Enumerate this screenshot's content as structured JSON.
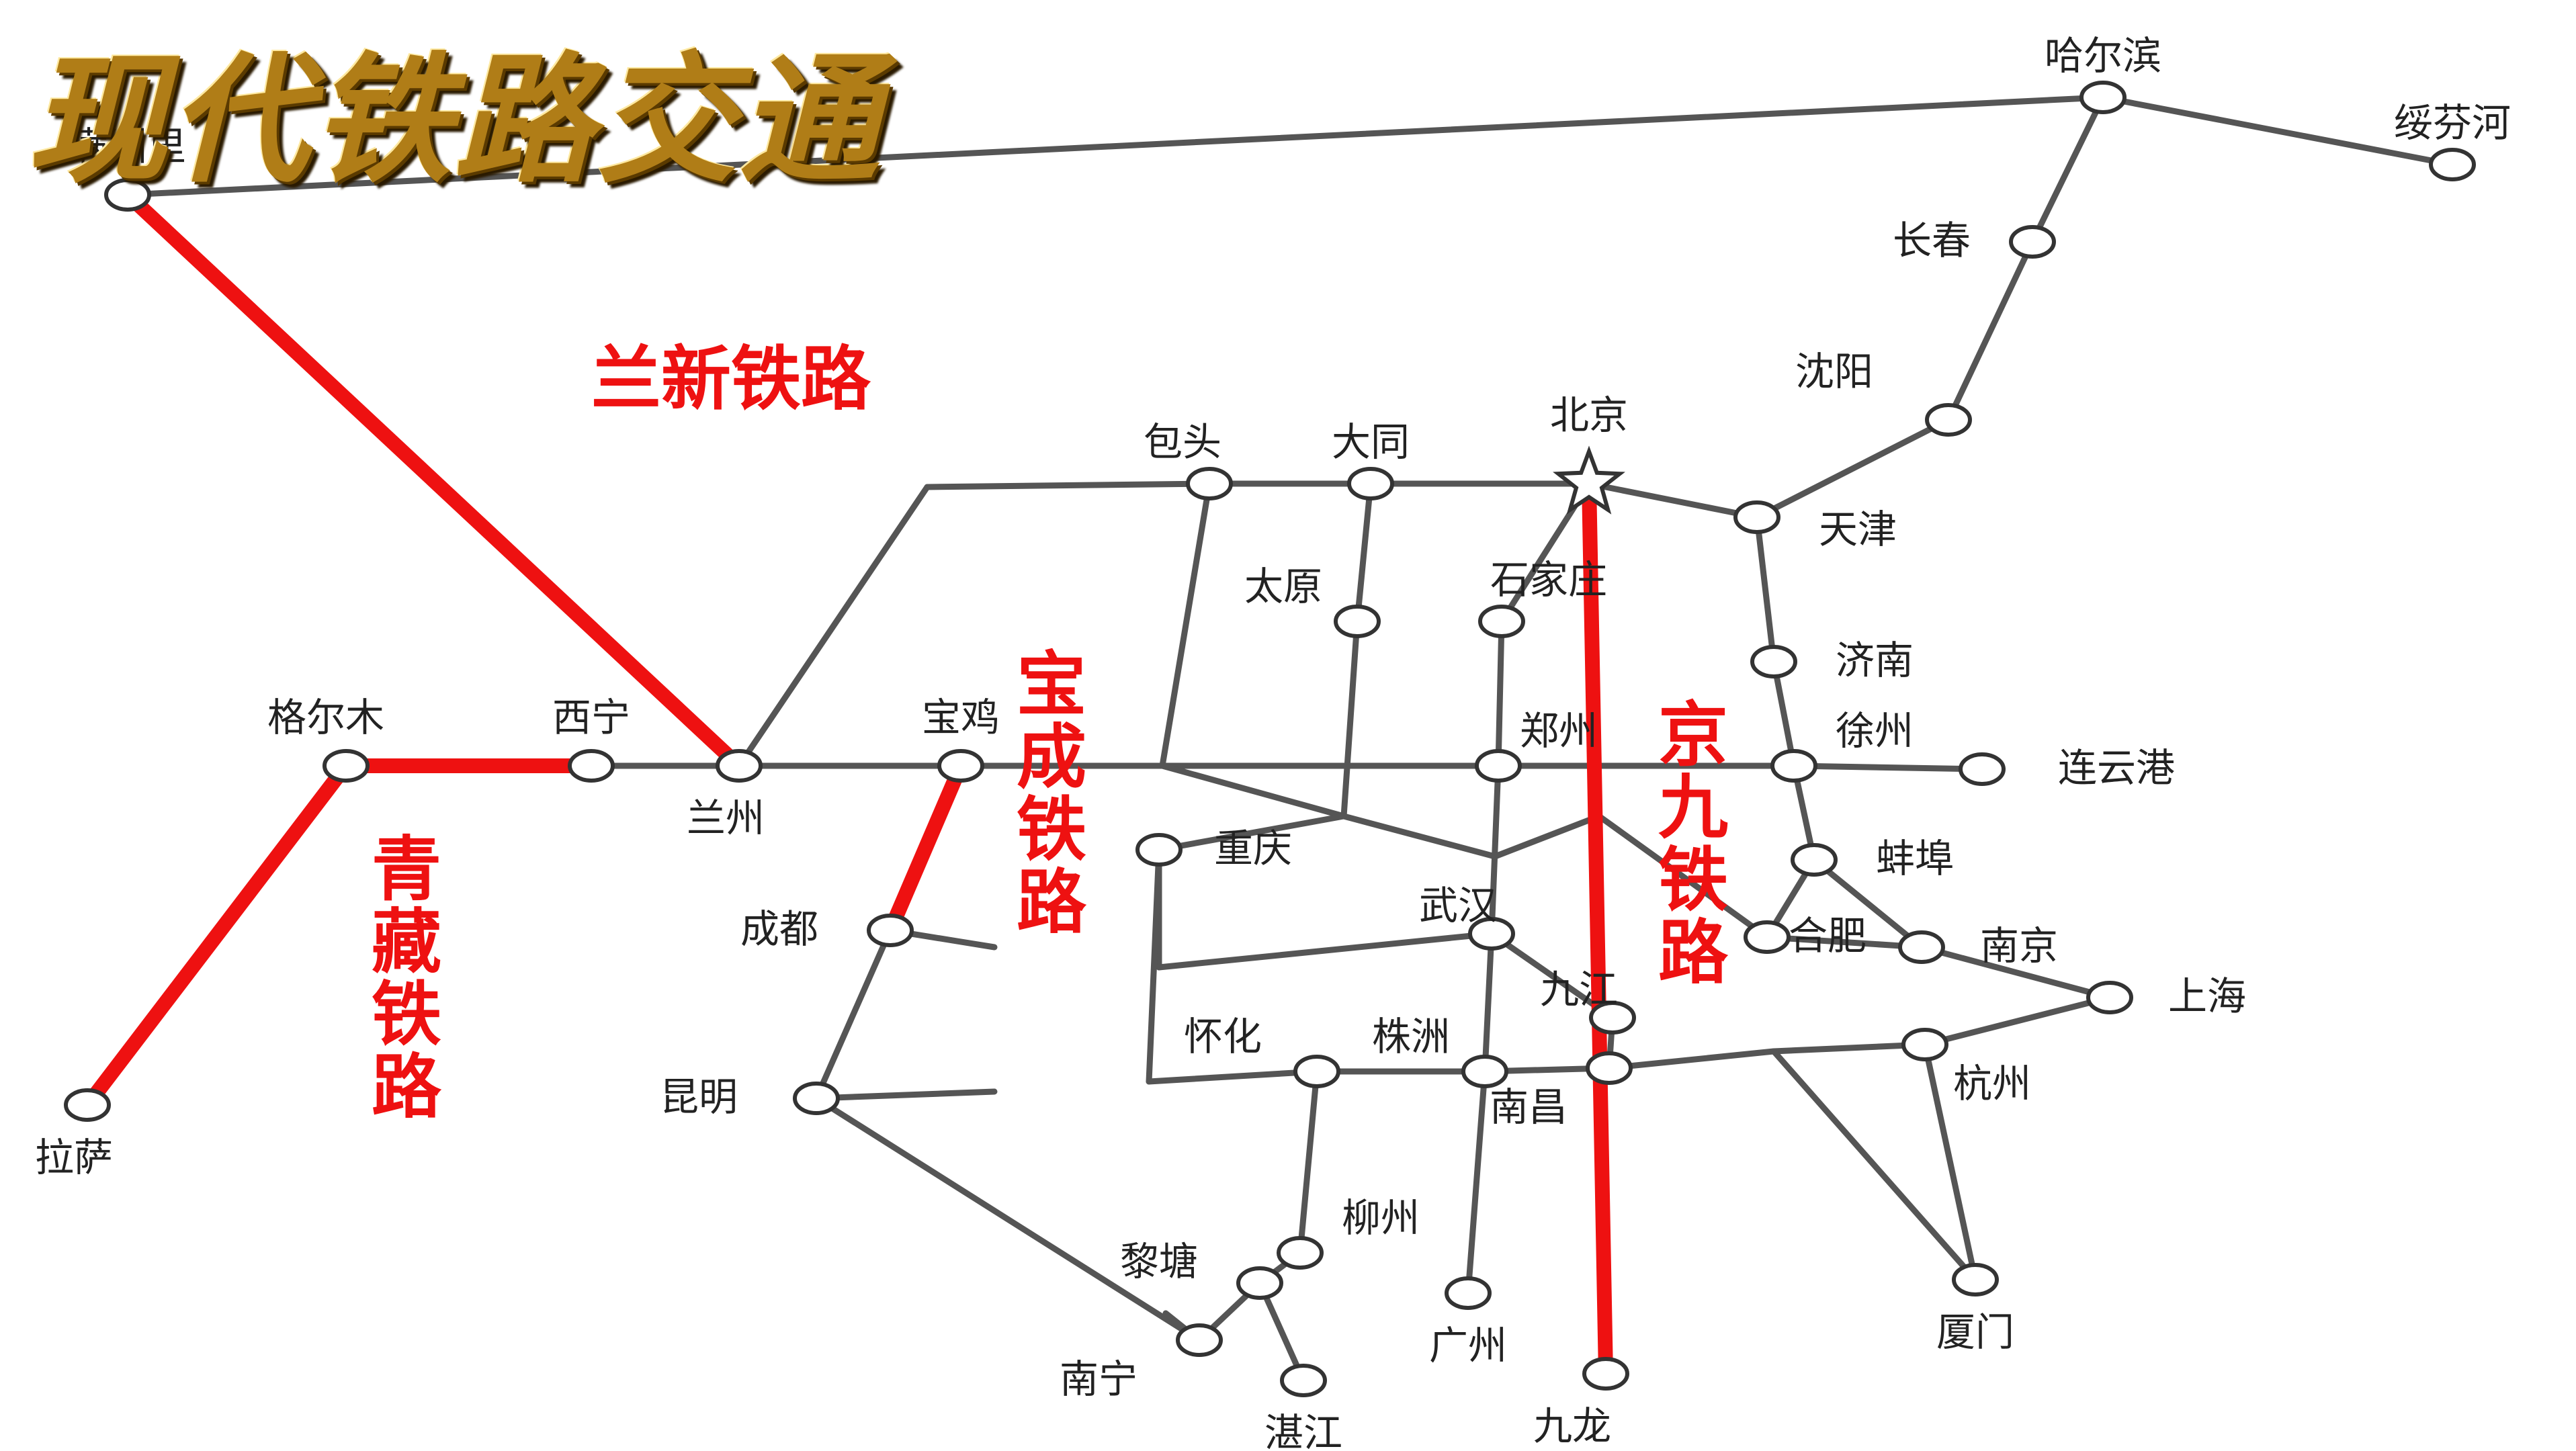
{
  "title": "现代铁路交通",
  "colors": {
    "network_line": "#555555",
    "highlight_line": "#ee1111",
    "highlight_label": "#ee1111",
    "station_fill": "#ffffff",
    "station_stroke": "#333333",
    "station_label": "#222222",
    "title_text": "#b07d17"
  },
  "stations": [
    {
      "name": "满洲里"
    },
    {
      "name": "哈尔滨"
    },
    {
      "name": "绥芬河"
    },
    {
      "name": "长春"
    },
    {
      "name": "沈阳"
    },
    {
      "name": "北京"
    },
    {
      "name": "天津"
    },
    {
      "name": "包头"
    },
    {
      "name": "大同"
    },
    {
      "name": "太原"
    },
    {
      "name": "石家庄"
    },
    {
      "name": "济南"
    },
    {
      "name": "徐州"
    },
    {
      "name": "连云港"
    },
    {
      "name": "郑州"
    },
    {
      "name": "蚌埠"
    },
    {
      "name": "南京"
    },
    {
      "name": "上海"
    },
    {
      "name": "合肥"
    },
    {
      "name": "杭州"
    },
    {
      "name": "武汉"
    },
    {
      "name": "九江"
    },
    {
      "name": "南昌"
    },
    {
      "name": "株洲"
    },
    {
      "name": "怀化"
    },
    {
      "name": "重庆"
    },
    {
      "name": "成都"
    },
    {
      "name": "昆明"
    },
    {
      "name": "柳州"
    },
    {
      "name": "黎塘"
    },
    {
      "name": "南宁"
    },
    {
      "name": "湛江"
    },
    {
      "name": "广州"
    },
    {
      "name": "九龙"
    },
    {
      "name": "厦门"
    },
    {
      "name": "格尔木"
    },
    {
      "name": "西宁"
    },
    {
      "name": "兰州"
    },
    {
      "name": "宝鸡"
    },
    {
      "name": "拉萨"
    }
  ],
  "highlight_routes": [
    {
      "name": "兰新铁路"
    },
    {
      "name": "青藏铁路"
    },
    {
      "name": "宝成铁路"
    },
    {
      "name": "京九铁路"
    }
  ]
}
